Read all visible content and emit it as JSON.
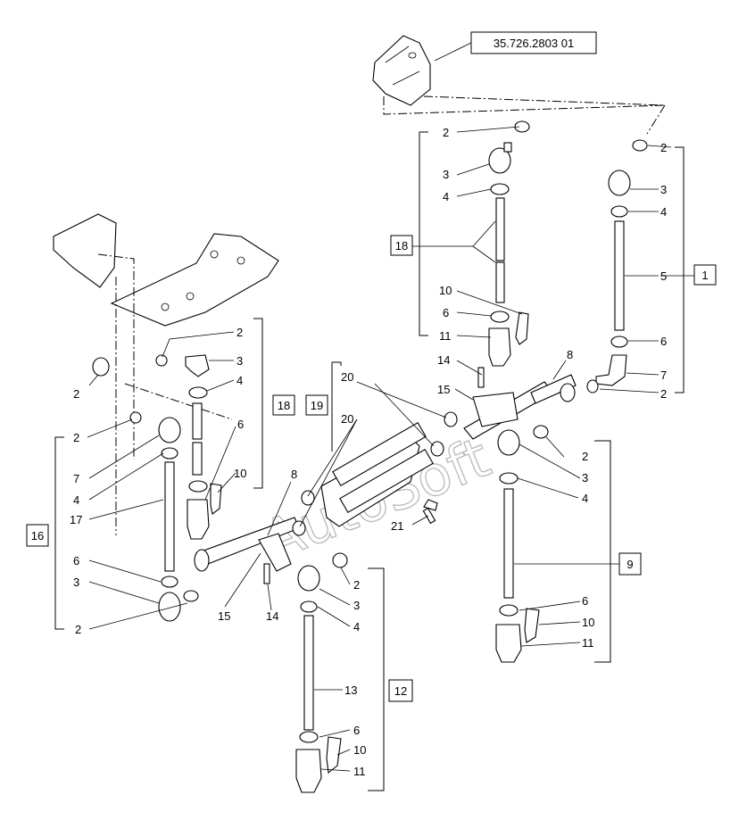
{
  "reference_number": "35.726.2803 01",
  "watermark": "AutoSoft",
  "groups": {
    "g1": "1",
    "g9": "9",
    "g12": "12",
    "g16": "16",
    "g18a": "18",
    "g18b": "18",
    "g19": "19"
  },
  "callouts": {
    "top_center": [
      "2",
      "3",
      "4",
      "10",
      "6",
      "11"
    ],
    "top_right": [
      "2",
      "3",
      "4",
      "5",
      "6",
      "7",
      "2"
    ],
    "middle_left": [
      "2",
      "3",
      "4",
      "6",
      "10"
    ],
    "far_left": [
      "2",
      "2",
      "7",
      "4",
      "17",
      "6",
      "3",
      "2"
    ],
    "linkage": [
      "14",
      "15",
      "8",
      "20",
      "20",
      "8",
      "15",
      "14",
      "21"
    ],
    "right_rod": [
      "2",
      "3",
      "4",
      "6",
      "10",
      "11"
    ],
    "bottom_rod": [
      "2",
      "3",
      "4",
      "13",
      "6",
      "10",
      "11"
    ]
  }
}
